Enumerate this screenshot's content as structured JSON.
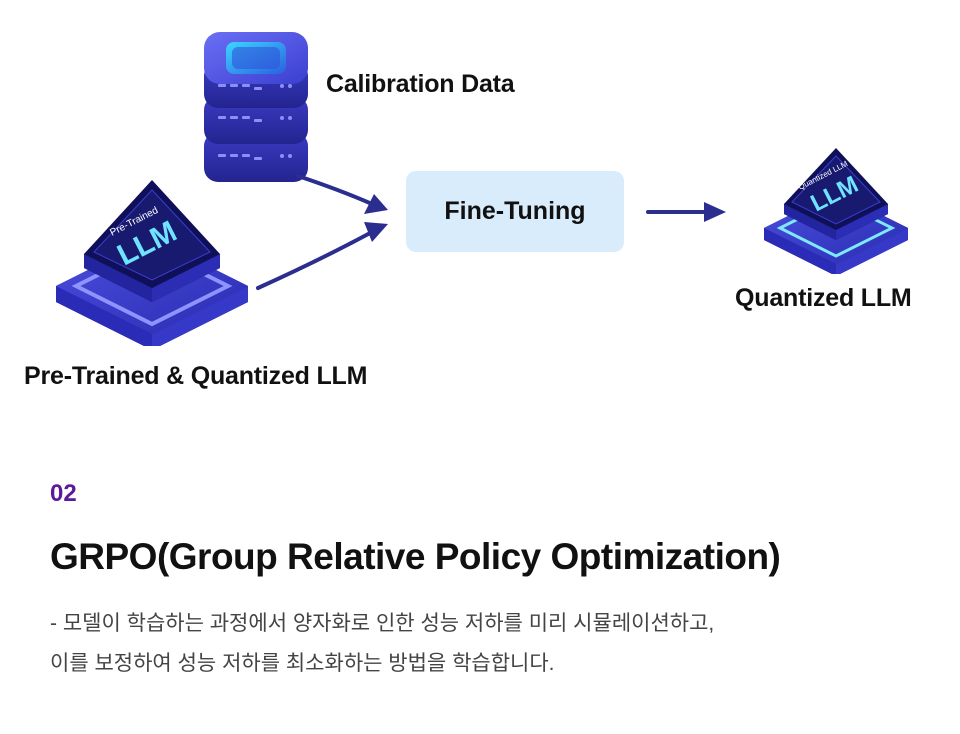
{
  "diagram": {
    "calibration_label": "Calibration Data",
    "fine_tuning_label": "Fine-Tuning",
    "pretrained_label": "Pre-Trained & Quantized LLM",
    "quantized_label": "Quantized LLM",
    "pretrained_chip_small": "Pre-Trained",
    "pretrained_chip_big": "LLM",
    "quantized_chip_small": "Quantized LLM",
    "quantized_chip_big": "LLM"
  },
  "section": {
    "number": "02",
    "title": "GRPO(Group Relative Policy Optimization)",
    "description_lines": [
      "- 모델이 학습하는 과정에서 양자화로 인한 성능 저하를 미리 시뮬레이션하고,",
      "이를 보정하여 성능 저하를 최소화하는 방법을 학습합니다."
    ]
  },
  "colors": {
    "arrow": "#2b2d8f",
    "chip_dark": "#1d1f8a",
    "chip_mid": "#3b3fd0",
    "chip_light": "#5b5ef0",
    "accent_cyan": "#6fe3ff",
    "box_bg": "#d9ecfb",
    "section_number": "#5a189a"
  }
}
